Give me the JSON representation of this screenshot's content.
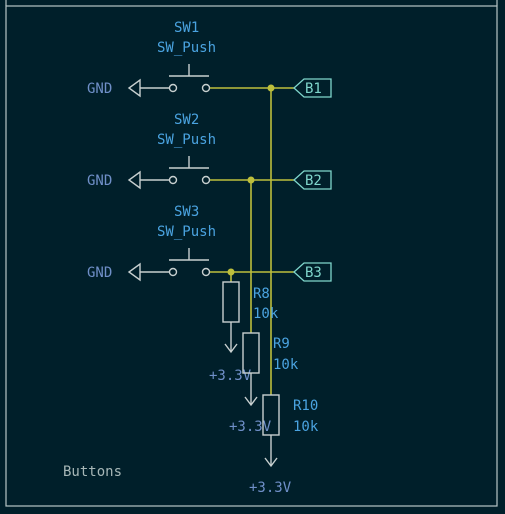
{
  "sheet": {
    "label": "Buttons",
    "colors": {
      "background": "#001f2a",
      "wire": "#bdbf3c",
      "symbol": "#c8d0d0",
      "ref": "#4aa3e0",
      "net": "#7fd6cc"
    }
  },
  "switches": [
    {
      "ref": "SW1",
      "value": "SW_Push",
      "gnd": "GND",
      "net": "B1"
    },
    {
      "ref": "SW2",
      "value": "SW_Push",
      "gnd": "GND",
      "net": "B2"
    },
    {
      "ref": "SW3",
      "value": "SW_Push",
      "gnd": "GND",
      "net": "B3"
    }
  ],
  "resistors": [
    {
      "ref": "R8",
      "value": "10k",
      "power": "+3.3V"
    },
    {
      "ref": "R9",
      "value": "10k",
      "power": "+3.3V"
    },
    {
      "ref": "R10",
      "value": "10k",
      "power": "+3.3V"
    }
  ]
}
